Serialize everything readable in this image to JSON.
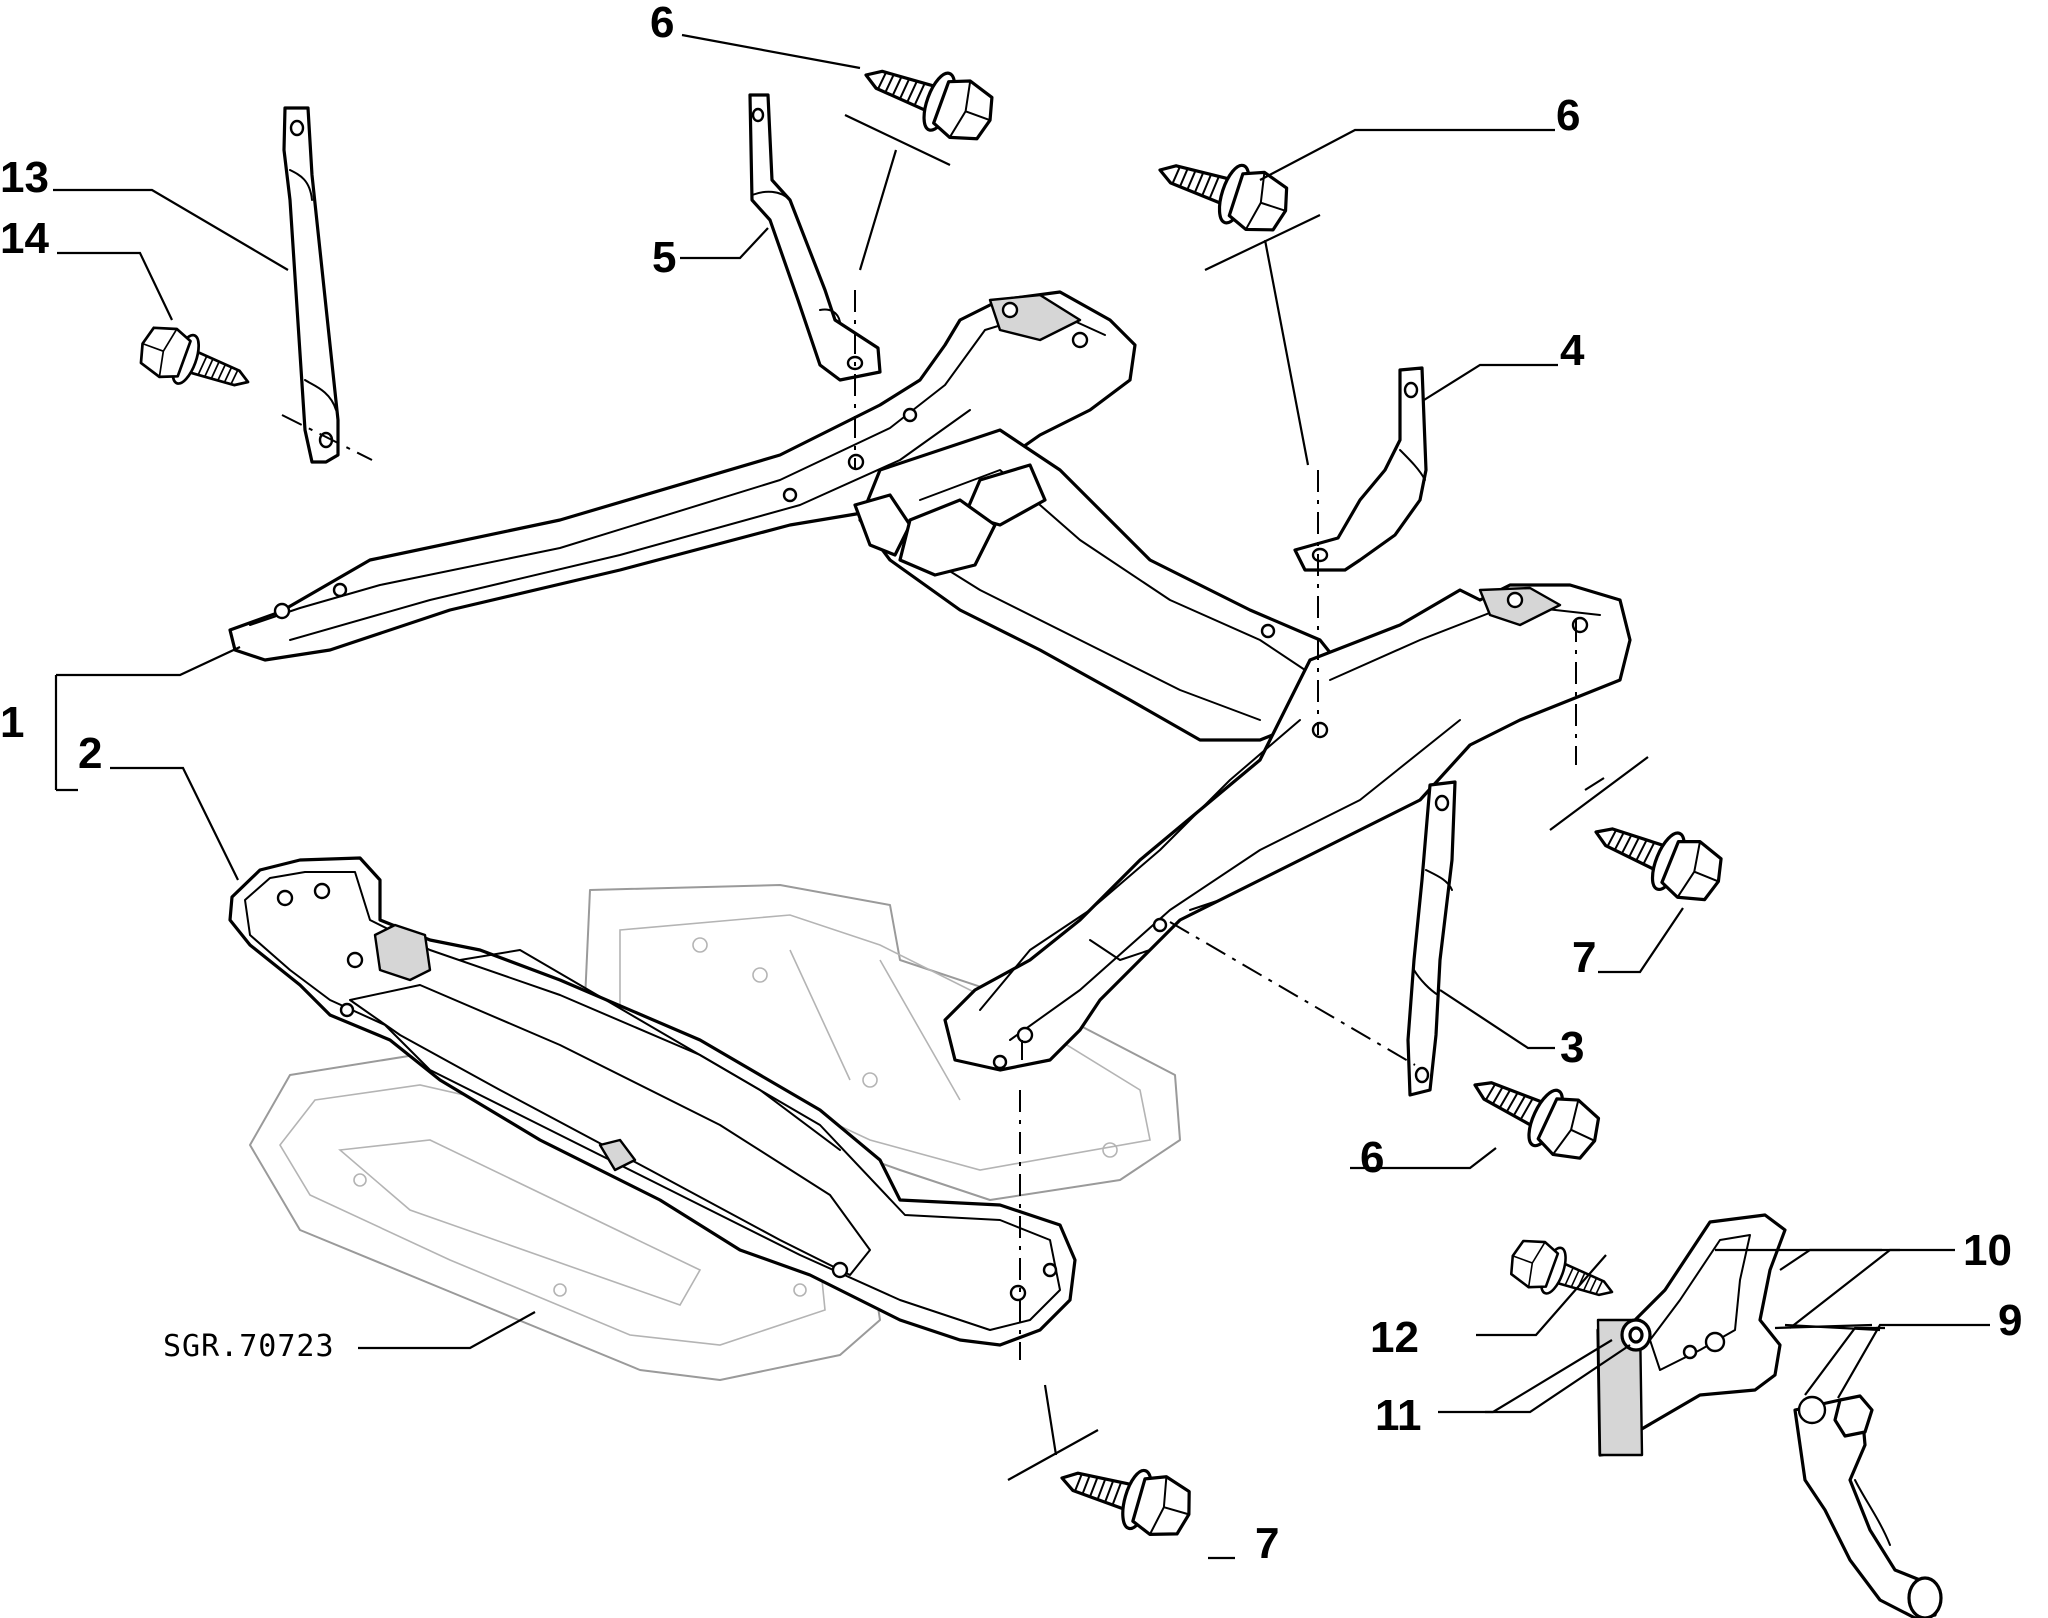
{
  "diagram": {
    "reference_code": "SGR.70723",
    "callouts": [
      {
        "id": "c1",
        "label": "1"
      },
      {
        "id": "c2",
        "label": "2"
      },
      {
        "id": "c3",
        "label": "3"
      },
      {
        "id": "c4",
        "label": "4"
      },
      {
        "id": "c5",
        "label": "5"
      },
      {
        "id": "c6a",
        "label": "6"
      },
      {
        "id": "c6b",
        "label": "6"
      },
      {
        "id": "c6c",
        "label": "6"
      },
      {
        "id": "c7a",
        "label": "7"
      },
      {
        "id": "c7b",
        "label": "7"
      },
      {
        "id": "c9",
        "label": "9"
      },
      {
        "id": "c10",
        "label": "10"
      },
      {
        "id": "c11",
        "label": "11"
      },
      {
        "id": "c12",
        "label": "12"
      },
      {
        "id": "c13",
        "label": "13"
      },
      {
        "id": "c14",
        "label": "14"
      }
    ]
  }
}
